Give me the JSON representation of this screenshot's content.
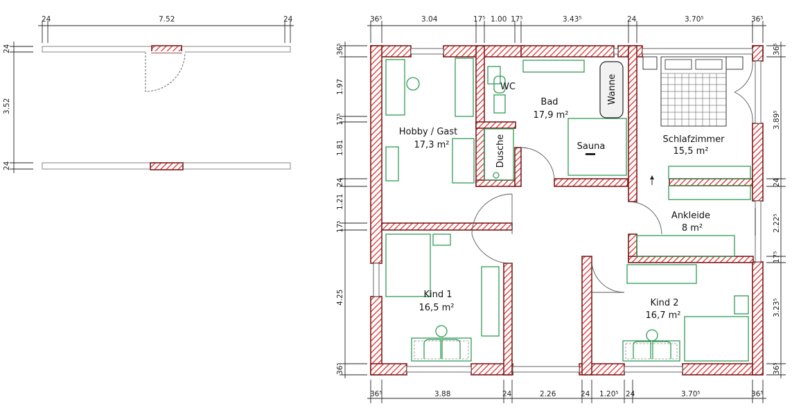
{
  "colors": {
    "wall_hatch": "#e04a4a",
    "wall_stroke": "#7a1a1a",
    "furniture": "#2e9a56"
  },
  "rooms": {
    "hobby": {
      "name": "Hobby / Gast",
      "area": "17,3 m²"
    },
    "bad": {
      "name": "Bad",
      "area": "17,9 m²"
    },
    "schlafzimmer": {
      "name": "Schlafzimmer",
      "area": "15,5 m²"
    },
    "ankleide": {
      "name": "Ankleide",
      "area": "8 m²"
    },
    "kind1": {
      "name": "Kind 1",
      "area": "16,5 m²"
    },
    "kind2": {
      "name": "Kind 2",
      "area": "16,7 m²"
    }
  },
  "labels": {
    "wc": "WC",
    "wanne": "Wanne",
    "dusche": "Dusche",
    "sauna": "Sauna"
  },
  "dims": {
    "small_top": [
      "24",
      "7.52",
      "24"
    ],
    "small_left": [
      "24",
      "3.52",
      "24"
    ],
    "top": [
      "36⁵",
      "3.04",
      "17⁵",
      "1.00",
      "17⁵",
      "3.43⁵",
      "24",
      "3.70⁵",
      "36⁵"
    ],
    "bottom": [
      "36⁵",
      "3.88",
      "24",
      "2.26",
      "24",
      "1.20⁵",
      "24",
      "3.70⁵",
      "36⁵"
    ],
    "left": [
      "36⁵",
      "1.97",
      "17⁵",
      "1.81",
      "24",
      "1.21",
      "17⁵",
      "4.25",
      "36⁵"
    ],
    "right": [
      "36⁵",
      "3.89⁵",
      "24",
      "2.22⁵",
      "17⁵",
      "3.23⁵",
      "36⁵"
    ]
  }
}
